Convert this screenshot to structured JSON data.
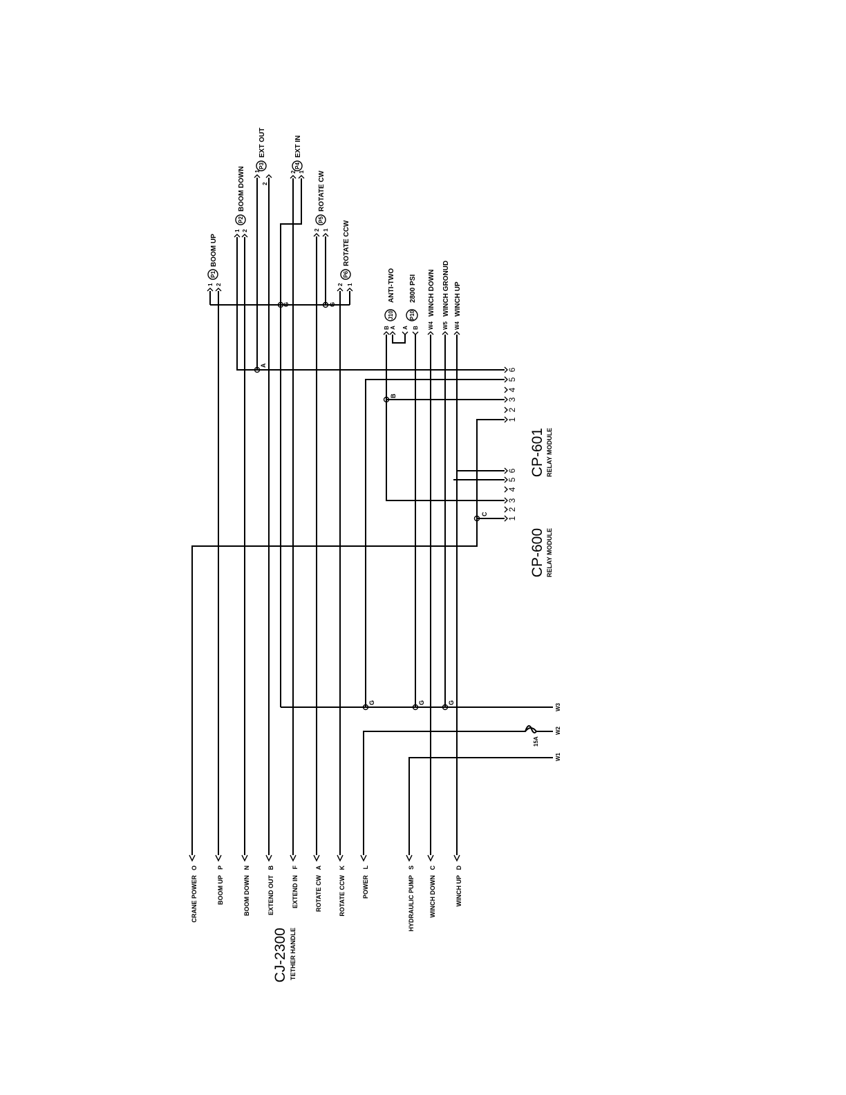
{
  "tether_handle": {
    "model": "CJ-2300",
    "subtitle": "TETHER HANDLE",
    "pins": [
      {
        "label": "CRANE POWER",
        "letter": "O"
      },
      {
        "label": "BOOM UP",
        "letter": "P"
      },
      {
        "label": "BOOM DOWN",
        "letter": "N"
      },
      {
        "label": "EXTEND OUT",
        "letter": "B"
      },
      {
        "label": "EXTEND IN",
        "letter": "F"
      },
      {
        "label": "ROTATE CW",
        "letter": "A"
      },
      {
        "label": "ROTATE CCW",
        "letter": "K"
      },
      {
        "label": "POWER",
        "letter": "L"
      },
      {
        "label": "HYDRAULIC PUMP",
        "letter": "S"
      },
      {
        "label": "WINCH DOWN",
        "letter": "C"
      },
      {
        "label": "WINCH UP",
        "letter": "D"
      }
    ]
  },
  "valve_connectors": [
    {
      "id": "P1",
      "label": "BOOM UP",
      "pins": [
        "1",
        "2"
      ]
    },
    {
      "id": "P2",
      "label": "BOOM DOWN",
      "pins": [
        "1",
        "2"
      ]
    },
    {
      "id": "P3",
      "label": "EXT OUT",
      "pins": [
        "1",
        "2"
      ]
    },
    {
      "id": "P4",
      "label": "EXT IN",
      "pins": [
        "2",
        "1"
      ]
    },
    {
      "id": "P5",
      "label": "ROTATE CW",
      "pins": [
        "2",
        "1"
      ]
    },
    {
      "id": "P6",
      "label": "ROTATE CCW",
      "pins": [
        "2",
        "1"
      ]
    }
  ],
  "switch_connectors": [
    {
      "id": "J10",
      "label": "ANTI-TWO",
      "pins": [
        "B",
        "A"
      ]
    },
    {
      "id": "P10",
      "label": "2800 PSI",
      "pins": [
        "A",
        "B"
      ]
    }
  ],
  "winch_connectors": [
    {
      "wire": "W4",
      "label": "WINCH DOWN"
    },
    {
      "wire": "W5",
      "label": "WINCH GRONUD"
    },
    {
      "wire": "W4",
      "label": "WINCH UP"
    }
  ],
  "relay_modules": [
    {
      "model": "CP-601",
      "subtitle": "RELAY MODULE",
      "pins": [
        "1",
        "2",
        "3",
        "4",
        "5",
        "6"
      ]
    },
    {
      "model": "CP-600",
      "subtitle": "RELAY MODULE",
      "pins": [
        "1",
        "2",
        "3",
        "4",
        "5",
        "6"
      ]
    }
  ],
  "junctions": [
    "G",
    "G",
    "G",
    "G",
    "G",
    "A",
    "B",
    "C"
  ],
  "power_wires": [
    "W1",
    "W2",
    "W3"
  ],
  "fuse_rating": "15A"
}
